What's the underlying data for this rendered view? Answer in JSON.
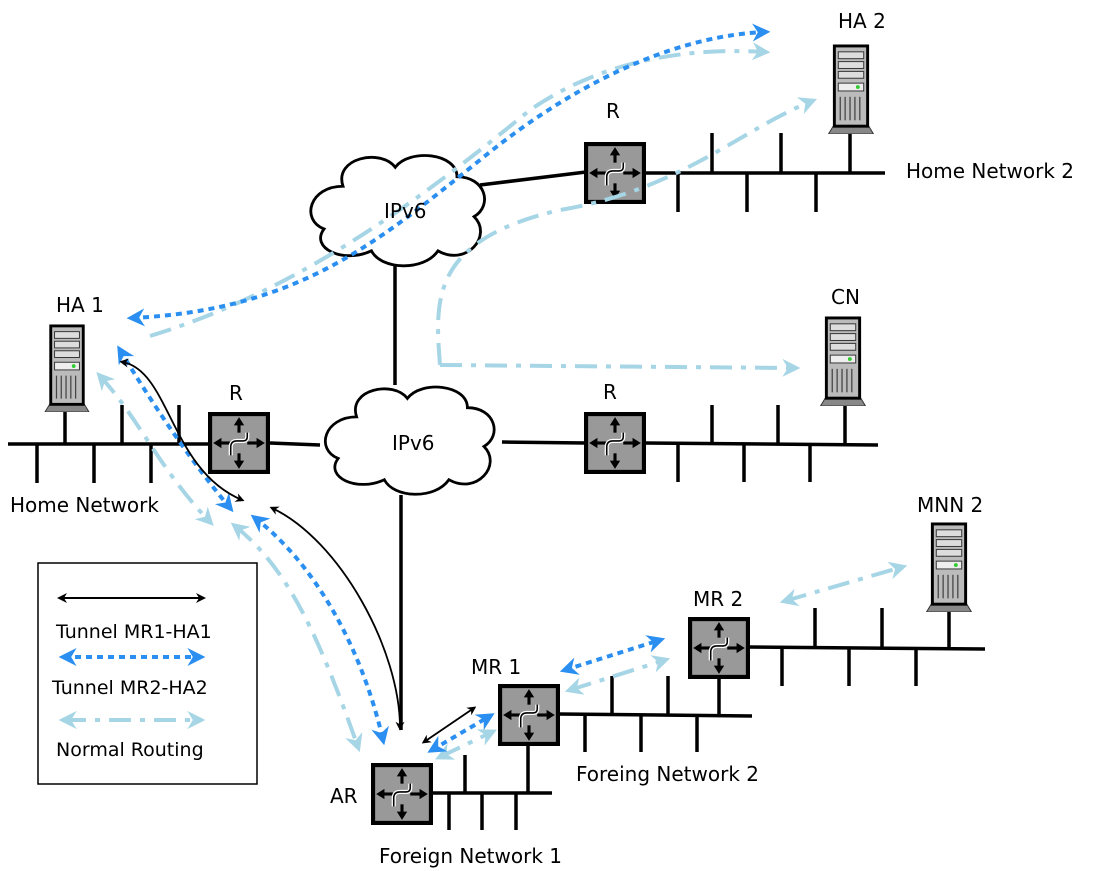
{
  "labels": {
    "ha1": "HA 1",
    "ha2": "HA 2",
    "cn": "CN",
    "mnn2": "MNN 2",
    "router_top": "R",
    "router_left": "R",
    "router_right": "R",
    "ipv6_top": "IPv6",
    "ipv6_center": "IPv6",
    "mr1": "MR 1",
    "mr2": "MR 2",
    "ar": "AR",
    "home_network": "Home Network",
    "home_network_2": "Home Network 2",
    "foreign_network_1": "Foreign Network 1",
    "foreing_network_2": "Foreing Network 2"
  },
  "legend": {
    "tunnel_mr1_ha1": "Tunnel MR1-HA1",
    "tunnel_mr2_ha2": "Tunnel MR2-HA2",
    "normal_routing": "Normal Routing"
  },
  "colors": {
    "tunnel_mr1_ha1": "#000000",
    "tunnel_mr2_ha2": "#2a8ff0",
    "normal_routing": "#a6d5e6",
    "router_fill": "#999999",
    "server_fill": "#bdbdbd"
  },
  "icons": {
    "router": "router-icon",
    "server": "server-icon",
    "cloud": "cloud-icon"
  }
}
